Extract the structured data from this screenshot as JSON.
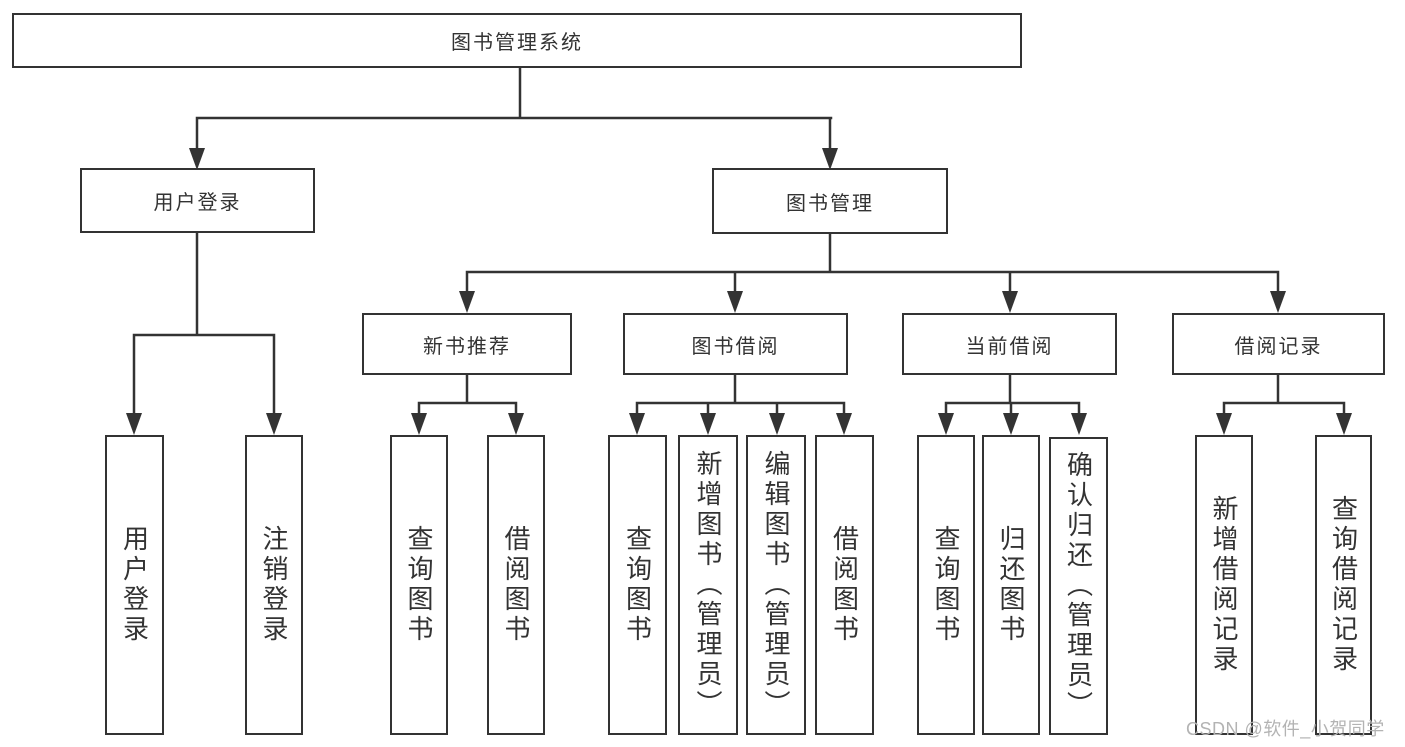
{
  "watermark": "CSDN @软件_小贺同学",
  "colors": {
    "line": "#333333",
    "box_border": "#333333",
    "box_fill": "#ffffff",
    "text": "#333333",
    "watermark_text": "#b3b3b3"
  },
  "root": {
    "label": "图书管理系统"
  },
  "branches": [
    {
      "label": "用户登录",
      "children": [
        {
          "label": "用户登录"
        },
        {
          "label": "注销登录"
        }
      ]
    },
    {
      "label": "图书管理",
      "children": [
        {
          "label": "新书推荐",
          "children": [
            {
              "label": "查询图书"
            },
            {
              "label": "借阅图书"
            }
          ]
        },
        {
          "label": "图书借阅",
          "children": [
            {
              "label": "查询图书"
            },
            {
              "label": "新增图书（管理员）"
            },
            {
              "label": "编辑图书（管理员）"
            },
            {
              "label": "借阅图书"
            }
          ]
        },
        {
          "label": "当前借阅",
          "children": [
            {
              "label": "查询图书"
            },
            {
              "label": "归还图书"
            },
            {
              "label": "确认归还（管理员）"
            }
          ]
        },
        {
          "label": "借阅记录",
          "children": [
            {
              "label": "新增借阅记录"
            },
            {
              "label": "查询借阅记录"
            }
          ]
        }
      ]
    }
  ]
}
